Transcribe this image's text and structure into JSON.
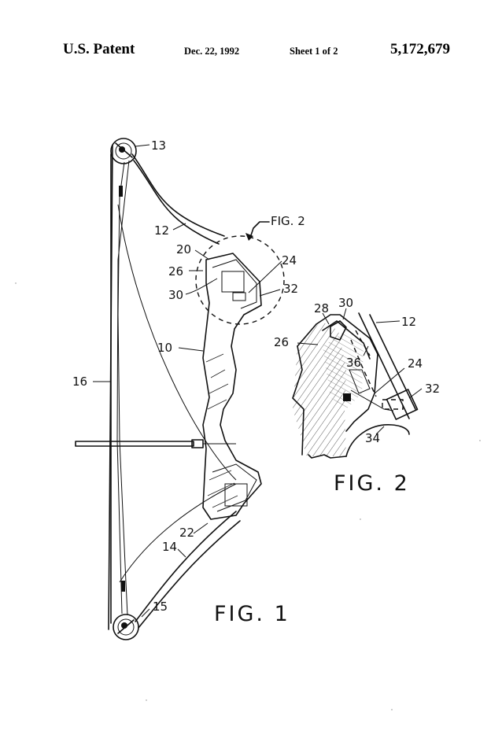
{
  "header": {
    "left": "U.S. Patent",
    "date": "Dec. 22, 1992",
    "sheet": "Sheet 1 of 2",
    "number": "5,172,679"
  },
  "fig1": {
    "caption": "FIG. 1",
    "refs": {
      "r13": "13",
      "r12": "12",
      "r20": "20",
      "r26": "26",
      "r30": "30",
      "r24": "24",
      "r32": "32",
      "r10": "10",
      "r16": "16",
      "r22": "22",
      "r14": "14",
      "r15": "15",
      "fig2_callout": "FIG. 2"
    }
  },
  "fig2": {
    "caption": "FIG. 2",
    "refs": {
      "r28": "28",
      "r30": "30",
      "r12": "12",
      "r26": "26",
      "r36": "36",
      "r24": "24",
      "r32": "32",
      "r34": "34"
    }
  }
}
